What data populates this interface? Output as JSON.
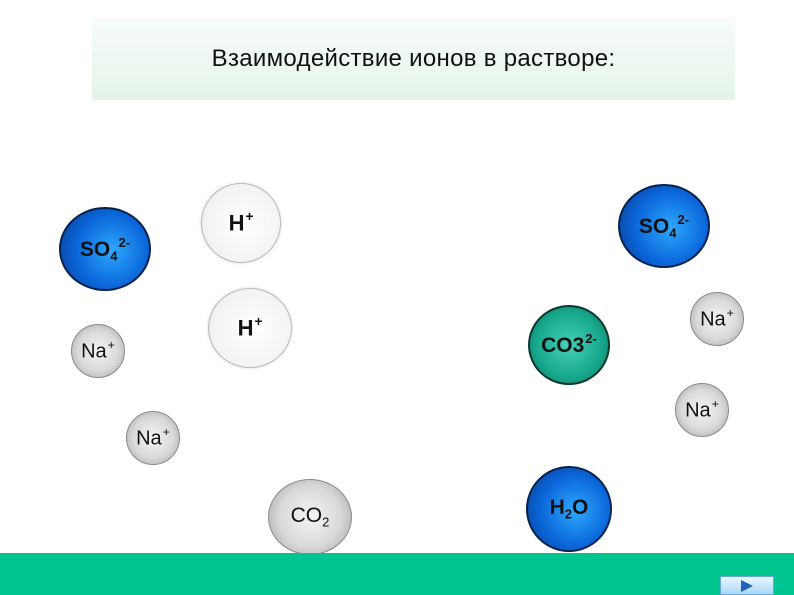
{
  "title": "Взаимодействие ионов в растворе:",
  "ions": {
    "so4_left": {
      "base": "SO",
      "sub": "4",
      "sup": "2-"
    },
    "h_top": {
      "base": "H",
      "sup": "+"
    },
    "so4_right": {
      "base": "SO",
      "sub": "4",
      "sup": "2-"
    },
    "h_mid": {
      "base": "H",
      "sup": "+"
    },
    "na_left": {
      "base": "Na",
      "sup": "+"
    },
    "co3": {
      "base": "CO",
      "sub": "3",
      "sup": "2-"
    },
    "na_right_top": {
      "base": "Na",
      "sup": "+"
    },
    "na_right_bottom": {
      "base": "Na",
      "sup": "+"
    },
    "na_bottom_left": {
      "base": "Na",
      "sup": "+"
    },
    "co2": {
      "base": "CO",
      "sub": "2"
    },
    "h2o": {
      "a": "H",
      "sub": "2",
      "b": "O"
    }
  },
  "colors": {
    "title_bg": "#e4f4ea",
    "bottom_bar": "#00c590",
    "ion_blue": "#0a66d9",
    "ion_teal": "#17a88c",
    "ion_grey": "#d9d9d9"
  },
  "nav": {
    "next_icon": "next-arrow-icon"
  }
}
